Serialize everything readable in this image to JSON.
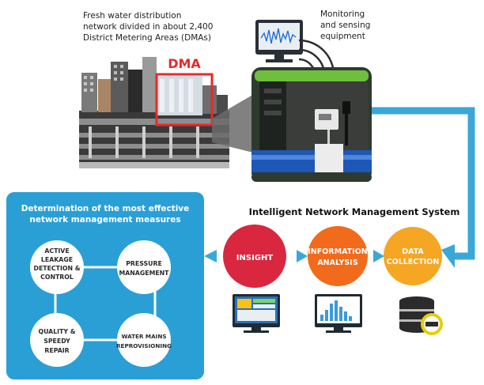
{
  "captions": {
    "dma_line1": "Fresh water distribution",
    "dma_line2": "network divided in about 2,400",
    "dma_line3": "District Metering Areas (DMAs)",
    "monitor_line1": "Monitoring",
    "monitor_line2": "and sensing",
    "monitor_line3": "equipment"
  },
  "dma_label": "DMA",
  "system_title": "Intelligent Network Management System",
  "steps": {
    "data_collection_line1": "DATA",
    "data_collection_line2": "COLLECTION",
    "information_line1": "INFORMATION",
    "information_line2": "ANALYSIS",
    "insight": "INSIGHT"
  },
  "measures": {
    "title_line1": "Determination of the most effective",
    "title_line2": "network management measures",
    "alc_1": "ACTIVE",
    "alc_2": "LEAKAGE",
    "alc_3": "DETECTION &",
    "alc_4": "CONTROL",
    "pm_1": "PRESSURE",
    "pm_2": "MANAGEMENT",
    "qs_1": "QUALITY &",
    "qs_2": "SPEEDY",
    "qs_3": "REPAIR",
    "wm_1": "WATER MAINS",
    "wm_2": "REPROVISIONING"
  },
  "colors": {
    "accent_blue": "#39a8d9",
    "panel_blue": "#2a9fd6",
    "insight_red": "#d9273f",
    "analysis_orange": "#f26a1b",
    "collection_yellow": "#f5a623",
    "dma_red": "#e62a2a",
    "ring_yellow": "#e8cc0a"
  }
}
